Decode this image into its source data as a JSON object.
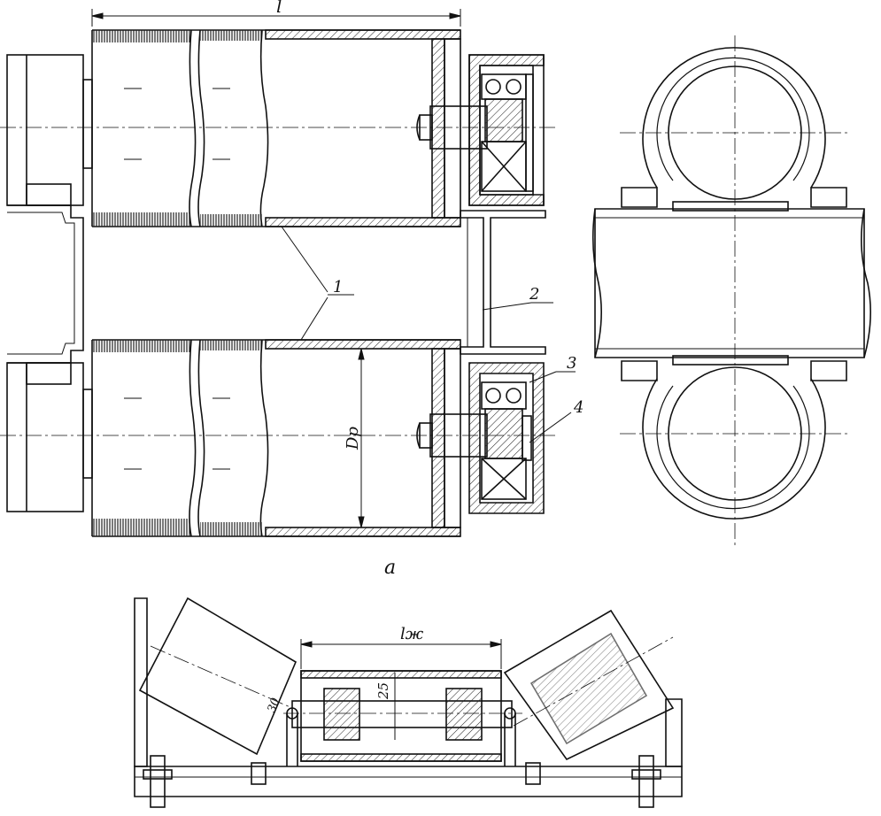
{
  "labels": {
    "dim_l": "l",
    "callout_1": "1",
    "callout_2": "2",
    "callout_3": "3",
    "callout_4": "4",
    "dim_Dp": "Dр",
    "caption_a": "a",
    "dim_lzh": "lж",
    "dim_25": "25",
    "dim_30": "30"
  }
}
